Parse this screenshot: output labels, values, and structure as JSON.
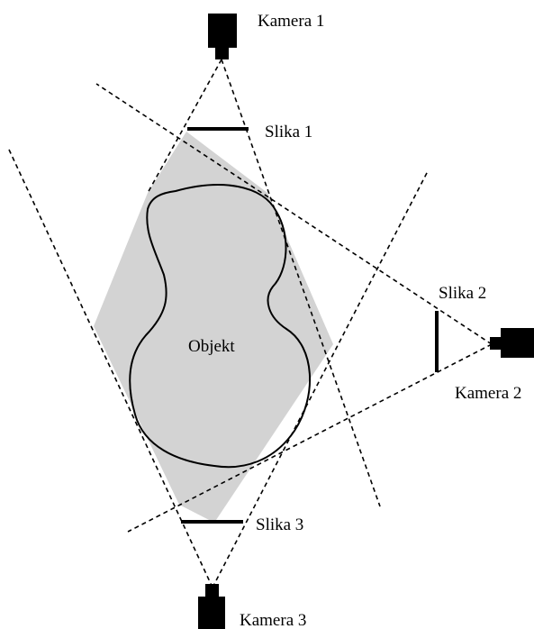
{
  "cameras": [
    {
      "label": "Kamera 1"
    },
    {
      "label": "Kamera 2"
    },
    {
      "label": "Kamera 3"
    }
  ],
  "images": [
    {
      "label": "Slika 1"
    },
    {
      "label": "Slika 2"
    },
    {
      "label": "Slika 3"
    }
  ],
  "object": {
    "label": "Objekt"
  },
  "colors": {
    "hull_fill": "#d3d3d3",
    "line": "#000000",
    "background": "#ffffff"
  }
}
